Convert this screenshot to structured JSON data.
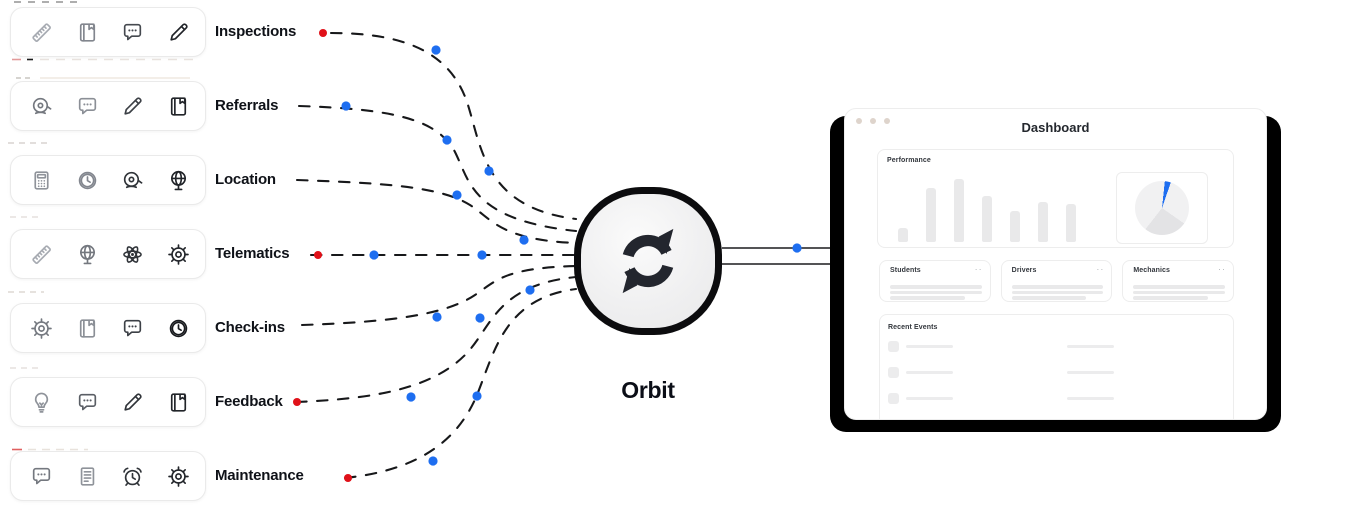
{
  "palette": {
    "blue": "#1e6ef0",
    "red": "#e01119",
    "line": "#17181a"
  },
  "sources": {
    "rows": [
      {
        "label": "Inspections",
        "icons": [
          "ruler",
          "book",
          "chat",
          "pencil"
        ],
        "tones": [
          "#a7abb2",
          "#82868e",
          "#45494f",
          "#212429"
        ]
      },
      {
        "label": "Referrals",
        "icons": [
          "bell",
          "chat",
          "pencil",
          "book"
        ],
        "tones": [
          "#74787f",
          "#8b8f96",
          "#3c4046",
          "#212429"
        ]
      },
      {
        "label": "Location",
        "icons": [
          "calculator",
          "clock",
          "bell",
          "globe"
        ],
        "tones": [
          "#8f939a",
          "#82868e",
          "#303439",
          "#212429"
        ]
      },
      {
        "label": "Telematics",
        "icons": [
          "ruler",
          "globe",
          "atom",
          "gear"
        ],
        "tones": [
          "#a7abb2",
          "#74787f",
          "#303439",
          "#212429"
        ]
      },
      {
        "label": "Check-ins",
        "icons": [
          "gear",
          "book",
          "chat",
          "clock"
        ],
        "tones": [
          "#74787f",
          "#8b8f96",
          "#3c4046",
          "#17191d"
        ]
      },
      {
        "label": "Feedback",
        "icons": [
          "bulb",
          "chat",
          "pencil",
          "book"
        ],
        "tones": [
          "#8f939a",
          "#5a5e65",
          "#303439",
          "#212429"
        ]
      },
      {
        "label": "Maintenance",
        "icons": [
          "chat",
          "receipt",
          "alarm",
          "gear"
        ],
        "tones": [
          "#74787f",
          "#8f939a",
          "#303439",
          "#212429"
        ]
      }
    ]
  },
  "hub": {
    "label": "Orbit"
  },
  "dashboard": {
    "title": "Dashboard",
    "performance": {
      "label": "Performance",
      "bar_heights": [
        14,
        54,
        63,
        46,
        31,
        40,
        38
      ],
      "pie": {
        "base": "#f1f1f2",
        "slice": "#e3e3e5",
        "accent": "#1e6ef0",
        "accent_from_deg": 6,
        "accent_to_deg": 19,
        "slice_from_deg": 125,
        "slice_to_deg": 218
      }
    },
    "summary_cards": [
      {
        "title": "Students",
        "menu": "··"
      },
      {
        "title": "Drivers",
        "menu": "··"
      },
      {
        "title": "Mechanics",
        "menu": "··"
      }
    ],
    "recent": {
      "label": "Recent Events",
      "row_count": 3
    }
  }
}
